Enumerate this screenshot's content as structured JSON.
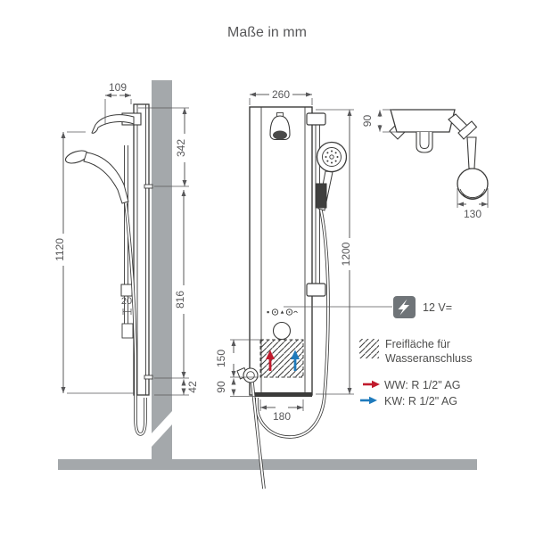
{
  "title": "Maße in mm",
  "side_view": {
    "dim_109": "109",
    "dim_342": "342",
    "dim_1120": "1120",
    "dim_816": "816",
    "dim_20": "20",
    "dim_42": "42"
  },
  "front_view": {
    "dim_260": "260",
    "dim_1200": "1200",
    "dim_150": "150",
    "dim_90": "90",
    "dim_180": "180"
  },
  "top_view": {
    "dim_90": "90",
    "dim_130": "130"
  },
  "legend": {
    "power_label": "12 V=",
    "free_area_line1": "Freifläche für",
    "free_area_line2": "Wasseranschluss",
    "warm_label": "WW: R 1/2\" AG",
    "cold_label": "KW: R 1/2\" AG"
  },
  "colors": {
    "line": "#3b3b3a",
    "dim": "#58585a",
    "wall": "#a4a8ab",
    "warm_red": "#c01b2d",
    "cold_blue": "#1e7abc",
    "power_badge": "#6f7478"
  }
}
